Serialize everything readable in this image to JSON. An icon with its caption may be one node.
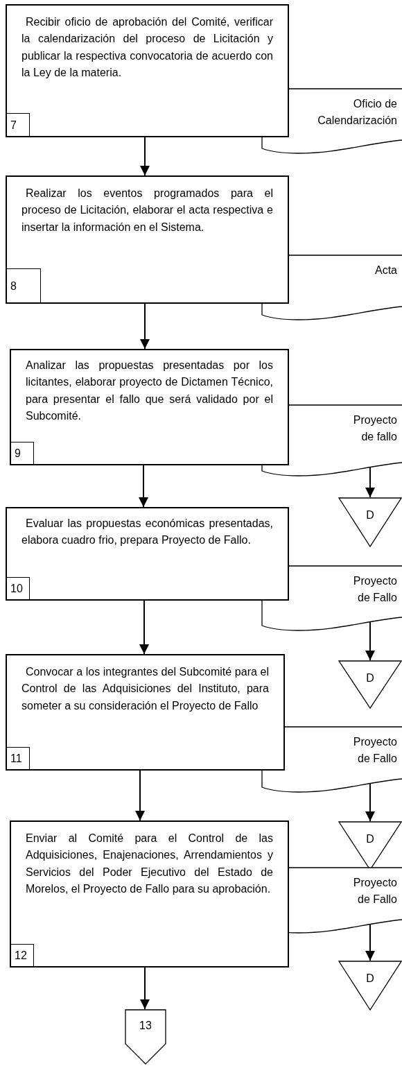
{
  "diagram": {
    "nodes": [
      {
        "text": [
          "Recibir oficio de aprobación del Comité, verificar la calendarización del  proceso de Licitación y publicar la respectiva convocatoria de acuerdo con la Ley de la materia.",
          "7"
        ]
      },
      {
        "text": [
          "Oficio de Calendarización"
        ]
      },
      {
        "text": [
          "Realizar los eventos programados para el proceso de Licitación, elaborar el acta respectiva e insertar la información en el Sistema.",
          "8"
        ]
      },
      {
        "text": [
          "Acta"
        ]
      },
      {
        "text": [
          "Analizar las propuestas presentadas por los licitantes, elaborar  proyecto de Dictamen Técnico, para presentar el fallo que será validado por el Subcomité.",
          "9"
        ]
      },
      {
        "text": [
          "Proyecto de fallo"
        ]
      },
      {
        "text": [
          "D"
        ]
      },
      {
        "text": [
          "Evaluar las propuestas económicas presentadas, elabora cuadro frio, prepara Proyecto de Fallo.",
          "10"
        ]
      },
      {
        "text": [
          "Proyecto de Fallo"
        ]
      },
      {
        "text": [
          "D"
        ]
      },
      {
        "text": [
          "Convocar a los integrantes del Subcomité para el  Control de las Adquisiciones del Instituto, para someter a su consideración el Proyecto de Fallo",
          "11"
        ]
      },
      {
        "text": [
          "Proyecto de Fallo"
        ]
      },
      {
        "text": [
          "D"
        ]
      },
      {
        "text": [
          "Enviar al Comité para el Control de las Adquisiciones, Enajenaciones, Arrendamientos y Servicios del Poder Ejecutivo del Estado de Morelos, el Proyecto de Fallo para su aprobación.",
          "12"
        ]
      },
      {
        "text": [
          "Proyecto de Fallo"
        ]
      },
      {
        "text": [
          "D"
        ]
      },
      {
        "text": [
          "13"
        ]
      }
    ],
    "edges": [
      {
        "from": 0,
        "to": 2,
        "arrow": "to"
      },
      {
        "from": 2,
        "to": 4,
        "arrow": "to"
      },
      {
        "from": 4,
        "to": 7,
        "arrow": "to"
      },
      {
        "from": 7,
        "to": 10,
        "arrow": "to"
      },
      {
        "from": 10,
        "to": 13,
        "arrow": "to"
      },
      {
        "from": 13,
        "to": 16,
        "arrow": "to"
      },
      {
        "from": 5,
        "to": 6,
        "arrow": "to"
      },
      {
        "from": 8,
        "to": 9,
        "arrow": "to"
      },
      {
        "from": 11,
        "to": 12,
        "arrow": "to"
      },
      {
        "from": 14,
        "to": 15,
        "arrow": "to"
      }
    ]
  }
}
